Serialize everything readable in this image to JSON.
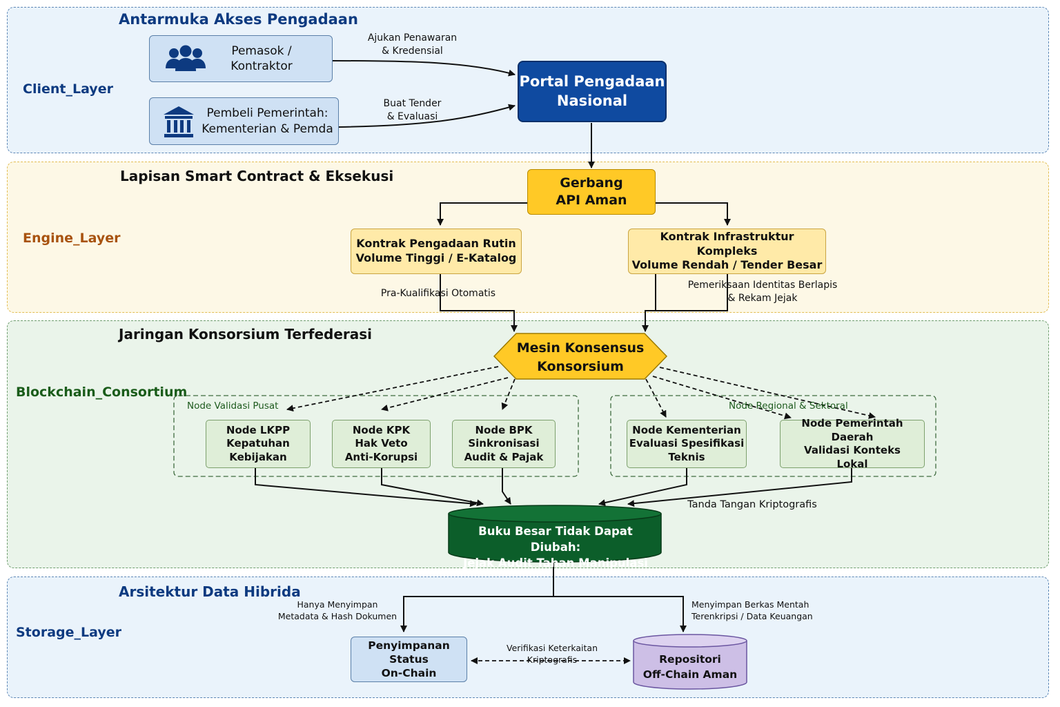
{
  "bands": {
    "client": {
      "title": "Antarmuka Akses Pengadaan",
      "layer": "Client_Layer",
      "layer_color": "#0d3a80"
    },
    "engine": {
      "title": "Lapisan Smart Contract & Eksekusi",
      "layer": "Engine_Layer",
      "layer_color": "#a8530f"
    },
    "chain": {
      "title": "Jaringan Konsorsium Terfederasi",
      "layer": "Blockchain_Consortium",
      "layer_color": "#1a5c1a"
    },
    "storage": {
      "title": "Arsitektur Data Hibrida",
      "layer": "Storage_Layer",
      "layer_color": "#0d3a80"
    }
  },
  "client": {
    "supplier": {
      "label": "Pemasok /\nKontraktor",
      "icon": "users-icon"
    },
    "buyer": {
      "label": "Pembeli Pemerintah:\nKementerian & Pemda",
      "icon": "government-building-icon"
    },
    "portal": "Portal Pengadaan\nNasional",
    "edge_supplier": "Ajukan Penawaran\n& Kredensial",
    "edge_buyer": "Buat Tender\n& Evaluasi"
  },
  "engine": {
    "gateway": "Gerbang\nAPI Aman",
    "routine": "Kontrak Pengadaan Rutin\nVolume Tinggi / E-Katalog",
    "complex": "Kontrak Infrastruktur Kompleks\nVolume Rendah / Tender Besar",
    "edge_routine": "Pra-Kualifikasi Otomatis",
    "edge_complex": "Pemeriksaan Identitas Berlapis\n& Rekam Jejak"
  },
  "chain": {
    "consensus": "Mesin Konsensus\nKonsorsium",
    "central_cluster": "Node Validasi Pusat",
    "regional_cluster": "Node Regional & Sektoral",
    "nodes": [
      {
        "id": "lkpp",
        "label": "Node LKPP\nKepatuhan\nKebijakan"
      },
      {
        "id": "kpk",
        "label": "Node KPK\nHak Veto\nAnti-Korupsi"
      },
      {
        "id": "bpk",
        "label": "Node BPK\nSinkronisasi\nAudit & Pajak"
      },
      {
        "id": "kementerian",
        "label": "Node Kementerian\nEvaluasi Spesifikasi\nTeknis"
      },
      {
        "id": "pemda",
        "label": "Node Pemerintah Daerah\nValidasi Konteks\nLokal"
      }
    ],
    "edge_signature": "Tanda Tangan Kriptografis",
    "ledger": "Buku Besar Tidak Dapat Diubah:\nJejak Audit Tahan Manipulasi"
  },
  "storage": {
    "onchain": "Penyimpanan Status\nOn-Chain",
    "offchain": "Repositori\nOff-Chain Aman",
    "edge_onchain": "Hanya Menyimpan\nMetadata & Hash Dokumen",
    "edge_offchain": "Menyimpan Berkas Mentah\nTerenkripsi / Data Keuangan",
    "edge_link": "Verifikasi Keterkaitan\nKriptografis"
  },
  "colors": {
    "portal": "#0f4aa0",
    "gateway": "#ffc926",
    "consensus": "#ffc926",
    "ledger": "#0c5e2a",
    "offchain": "#cdbfe6"
  }
}
